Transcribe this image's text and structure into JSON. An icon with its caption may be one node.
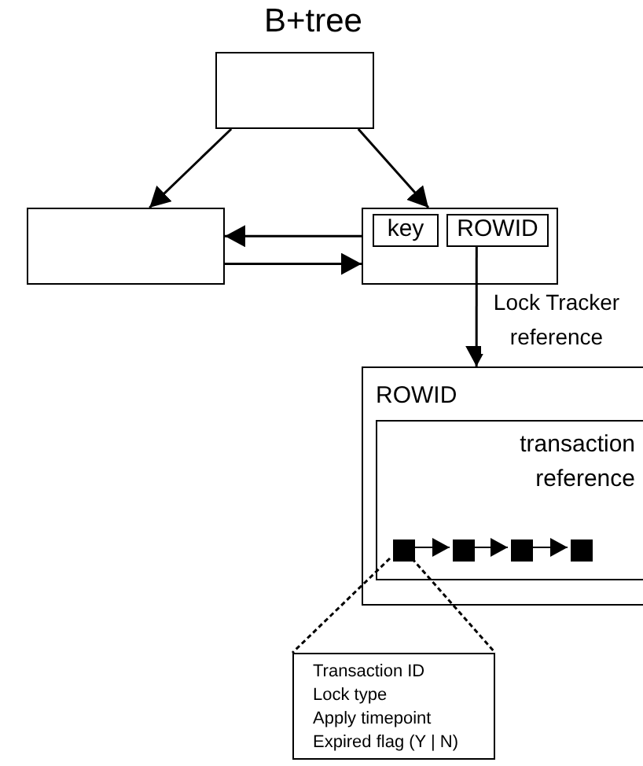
{
  "diagram": {
    "title": "B+tree",
    "nodes": [
      {
        "text": [],
        "shape": "box"
      },
      {
        "text": [],
        "shape": "box"
      },
      {
        "text": [],
        "shape": "box"
      },
      {
        "text": [
          "key"
        ],
        "in": 2
      },
      {
        "text": [
          "ROWID"
        ],
        "in": 2
      },
      {
        "text": [
          "ROWID"
        ]
      },
      {
        "text": [
          "transaction reference"
        ],
        "in": 5
      },
      {
        "text": [],
        "shape": "box",
        "in": 6
      },
      {
        "text": [],
        "shape": "box",
        "in": 6
      },
      {
        "text": [],
        "shape": "box",
        "in": 6
      },
      {
        "text": [],
        "shape": "box",
        "in": 6
      },
      {
        "text": [
          "Transaction ID",
          "Lock type",
          "Apply timepoint",
          "Expired flag (Y | N)"
        ]
      }
    ],
    "edges": [
      {
        "from": 0,
        "to": 1,
        "arrow": "to"
      },
      {
        "from": 0,
        "to": 2,
        "arrow": "to"
      },
      {
        "from": 2,
        "to": 1,
        "arrow": "to"
      },
      {
        "from": 1,
        "to": 2,
        "arrow": "to"
      },
      {
        "from": 4,
        "to": 5,
        "arrow": "to",
        "label": "Lock Tracker reference"
      },
      {
        "from": 7,
        "to": 8,
        "arrow": "to"
      },
      {
        "from": 8,
        "to": 9,
        "arrow": "to"
      },
      {
        "from": 9,
        "to": 10,
        "arrow": "to"
      },
      {
        "from": 7,
        "to": 11,
        "arrow": "none",
        "style": "dashed"
      },
      {
        "from": 7,
        "to": 11,
        "arrow": "none",
        "style": "dashed"
      }
    ]
  }
}
